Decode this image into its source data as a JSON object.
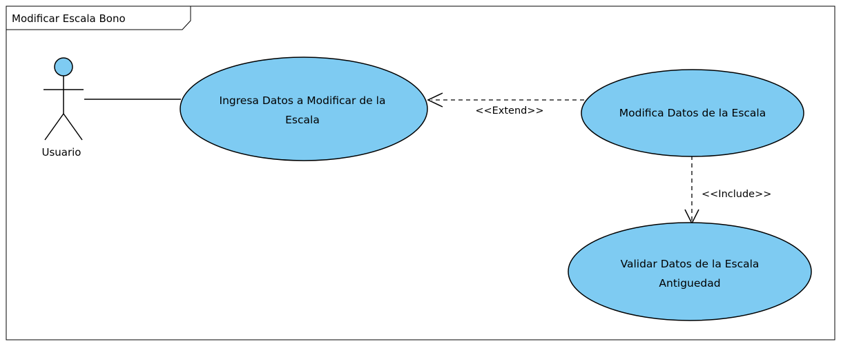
{
  "frame": {
    "title": "Modificar Escala Bono"
  },
  "actor": {
    "name": "Usuario"
  },
  "use_cases": {
    "ingresa": {
      "lines": [
        "Ingresa Datos a Modificar de la",
        "Escala"
      ]
    },
    "modifica": {
      "lines": [
        "Modifica Datos de la Escala"
      ]
    },
    "validar": {
      "lines": [
        "Validar Datos de la Escala",
        "Antiguedad"
      ]
    }
  },
  "relationships": {
    "extend_label": "<<Extend>>",
    "include_label": "<<Include>>"
  },
  "colors": {
    "use_case_fill": "#7ecbf2",
    "actor_head_fill": "#7ecbf2",
    "stroke": "#000000"
  }
}
